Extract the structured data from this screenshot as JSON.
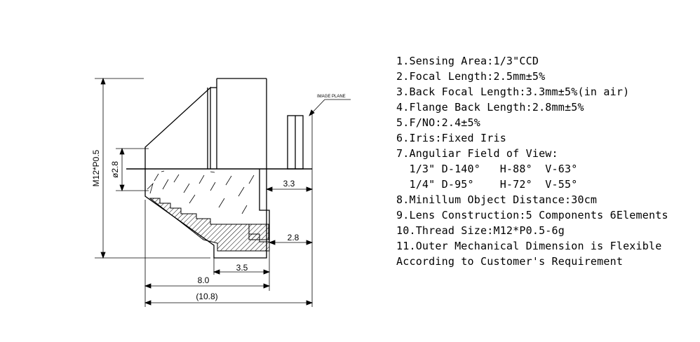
{
  "drawing": {
    "thread_label": "M12*P0.5",
    "dia_label": "ø2.8",
    "image_plane_label": "IMAGE PLANE",
    "dim_back_focal": "3.3",
    "dim_flange": "2.8",
    "dim_thread_length": "3.5",
    "dim_lens_length": "8.0",
    "dim_total_length": "(10.8)"
  },
  "specs": [
    "1.Sensing Area:1/3\"CCD",
    "2.Focal Length:2.5mm±5%",
    "3.Back Focal Length:3.3mm±5%(in air)",
    "4.Flange Back Length:2.8mm±5%",
    "5.F/NO:2.4±5%",
    "6.Iris:Fixed Iris",
    "7.Anguliar Field of View:",
    "  1/3\" D-140°   H-88°  V-63°",
    "  1/4\" D-95°    H-72°  V-55°",
    "8.Minillum Object Distance:30cm",
    "9.Lens Construction:5 Components 6Elements",
    "10.Thread Size:M12*P0.5-6g",
    "11.Outer Mechanical Dimension is Flexible",
    "According to Customer's Requirement"
  ]
}
